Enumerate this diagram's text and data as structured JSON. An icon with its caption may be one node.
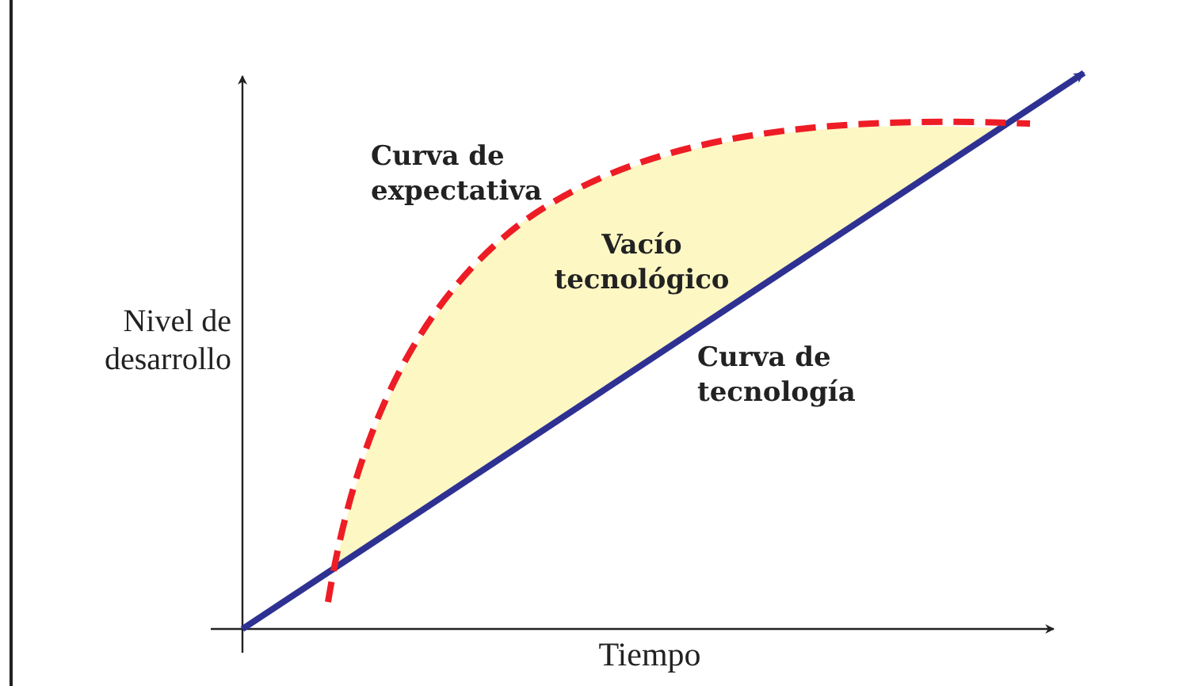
{
  "diagram": {
    "labels": [
      "Curva de expectativa",
      "Vacío tecnológico",
      "Nivel de desarrollo",
      "Curva de tecnología",
      "Tiempo"
    ]
  }
}
